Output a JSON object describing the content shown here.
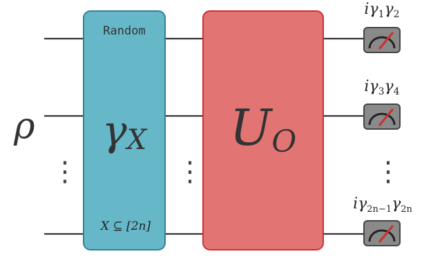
{
  "input_state": {
    "symbol": "ρ"
  },
  "random_block": {
    "header": "Random",
    "operator_base": "γ",
    "operator_sub": "X",
    "constraint": "X ⊆ [2n]",
    "fill": "#66b8c9",
    "stroke": "#2f8196"
  },
  "unitary_block": {
    "operator_base": "U",
    "operator_sub": "O",
    "fill": "#e37474",
    "stroke": "#c93137"
  },
  "wire_ellipsis": "⋮",
  "measurements": [
    {
      "label_prefix": "i",
      "label_base": "γ",
      "sub_1": "1",
      "sub_2": "2"
    },
    {
      "label_prefix": "i",
      "label_base": "γ",
      "sub_1": "3",
      "sub_2": "4"
    },
    {
      "label_prefix": "i",
      "label_base": "γ",
      "sub_1": "2n−1",
      "sub_2": "2n"
    }
  ],
  "meter": {
    "fill": "#8a8a8a",
    "needle_color": "#cc2f2f"
  },
  "colors": {
    "wire": "#333333",
    "text": "#333333"
  }
}
